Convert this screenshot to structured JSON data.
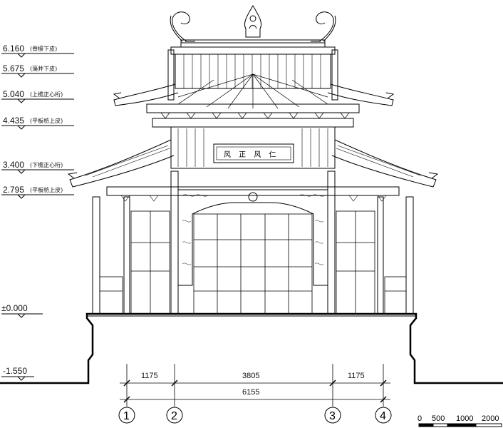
{
  "levels": [
    {
      "value": "6.160",
      "note": "(脊檩下皮)"
    },
    {
      "value": "5.675",
      "note": "(藻井下皮)"
    },
    {
      "value": "5.040",
      "note": "(上檐正心桁)"
    },
    {
      "value": "4.435",
      "note": "(平板枋上皮)"
    },
    {
      "value": "3.400",
      "note": "(下檐正心桁)"
    },
    {
      "value": "2.795",
      "note": "(平板枋上皮)"
    },
    {
      "value": "±0.000",
      "note": ""
    },
    {
      "value": "-1.550",
      "note": ""
    }
  ],
  "dimensions": {
    "spans": [
      "1175",
      "3805",
      "1175"
    ],
    "total": "6155"
  },
  "axes": [
    "1",
    "2",
    "3",
    "4"
  ],
  "scale_bar": [
    "0",
    "500",
    "1000",
    "2000"
  ],
  "plaque_text": "风 正 风 仁"
}
